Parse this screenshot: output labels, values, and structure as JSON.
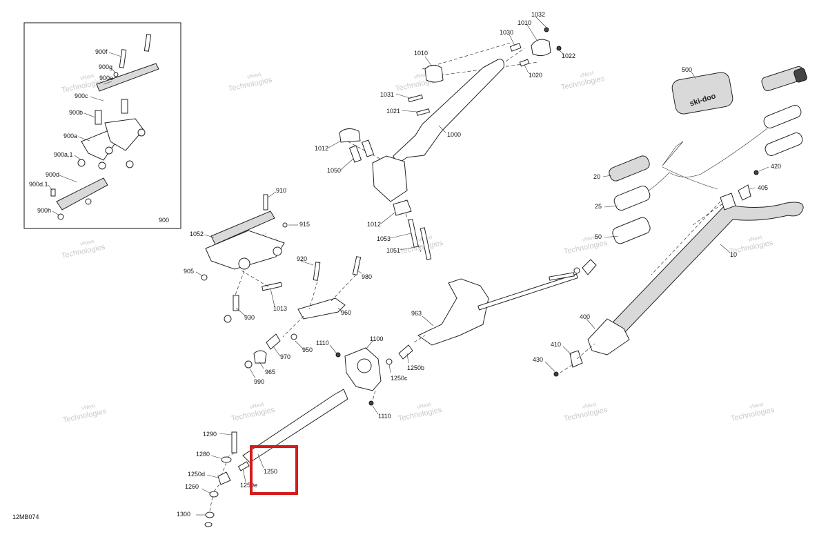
{
  "diagram": {
    "code": "12MB074",
    "inset_number": "900",
    "watermark_lines": [
      "vNext",
      "Technologies"
    ],
    "watermark_color": "#c9c9c9",
    "highlight_color": "#d61a1a",
    "brand_label": "ski-doo",
    "labels": {
      "l900f": "900f",
      "l900g": "900g",
      "l900e": "900e",
      "l900c": "900c",
      "l900b": "900b",
      "l900a": "900a",
      "l900a1": "900a.1",
      "l900d": "900d",
      "l900d1": "900d.1",
      "l900h": "900h",
      "l1032": "1032",
      "l1030": "1030",
      "l1010a": "1010",
      "l1010b": "1010",
      "l1022": "1022",
      "l1020": "1020",
      "l1031": "1031",
      "l1021": "1021",
      "l1000": "1000",
      "l1012a": "1012",
      "l1050": "1050",
      "l1012b": "1012",
      "l1053": "1053",
      "l1051": "1051",
      "l500": "500",
      "l20": "20",
      "l25": "25",
      "l50": "50",
      "l420": "420",
      "l405": "405",
      "l10": "10",
      "l910": "910",
      "l915": "915",
      "l1052": "1052",
      "l905": "905",
      "l920": "920",
      "l980": "980",
      "l1013": "1013",
      "l930": "930",
      "l960": "960",
      "l963": "963",
      "l400": "400",
      "l410": "410",
      "l430": "430",
      "l1110a": "1110",
      "l1100": "1100",
      "l950": "950",
      "l970": "970",
      "l965": "965",
      "l990": "990",
      "l1250b": "1250b",
      "l1250c": "1250c",
      "l1110b": "1110",
      "l1290": "1290",
      "l1280": "1280",
      "l1250d": "1250d",
      "l1250": "1250",
      "l1250e": "1250e",
      "l1260": "1260",
      "l1300": "1300"
    }
  }
}
